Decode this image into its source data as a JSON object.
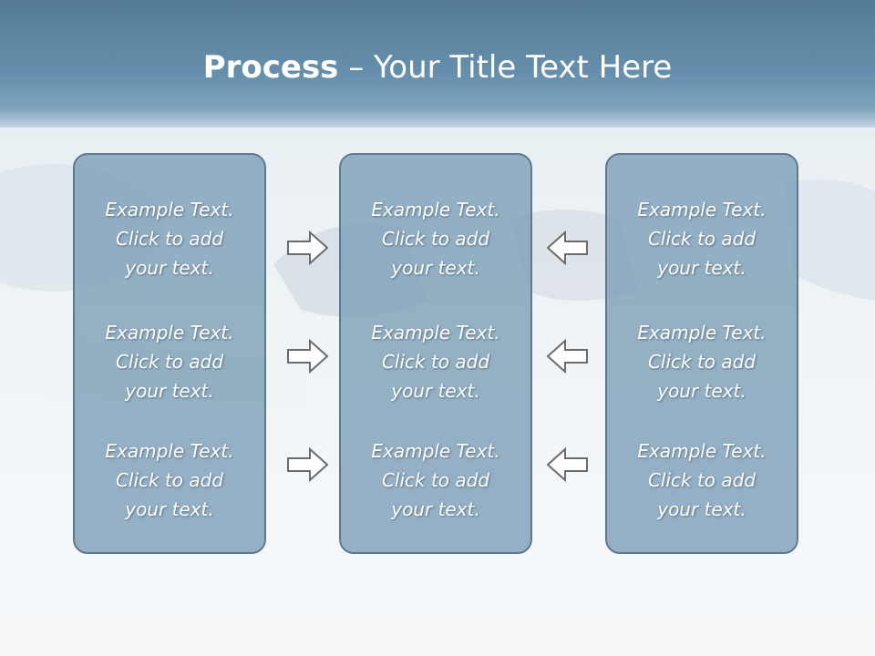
{
  "slide": {
    "title_bold": "Process",
    "title_rest": " – Your Title Text Here"
  },
  "columns": [
    {
      "items": [
        {
          "lines": [
            "Example Text.",
            "Click  to add",
            "your text."
          ]
        },
        {
          "lines": [
            "Example Text.",
            "Click  to add",
            "your text."
          ]
        },
        {
          "lines": [
            "Example Text.",
            "Click  to add",
            "your text."
          ]
        }
      ]
    },
    {
      "items": [
        {
          "lines": [
            "Example Text.",
            "Click  to add",
            "your text."
          ]
        },
        {
          "lines": [
            "Example Text.",
            "Click  to add",
            "your text."
          ]
        },
        {
          "lines": [
            "Example Text.",
            "Click  to add",
            "your text."
          ]
        }
      ]
    },
    {
      "items": [
        {
          "lines": [
            "Example Text.",
            "Click  to add",
            "your text."
          ]
        },
        {
          "lines": [
            "Example Text.",
            "Click  to add",
            "your text."
          ]
        },
        {
          "lines": [
            "Example Text.",
            "Click  to add",
            "your text."
          ]
        }
      ]
    }
  ],
  "arrows": {
    "left_group": "right-arrow-icon",
    "right_group": "left-arrow-icon"
  },
  "colors": {
    "title_band": "#6690ad",
    "box_fill": "#7a9cb5",
    "box_border": "#5f7a90",
    "text": "#ffffff",
    "arrow_stroke": "#6b6b6b"
  }
}
